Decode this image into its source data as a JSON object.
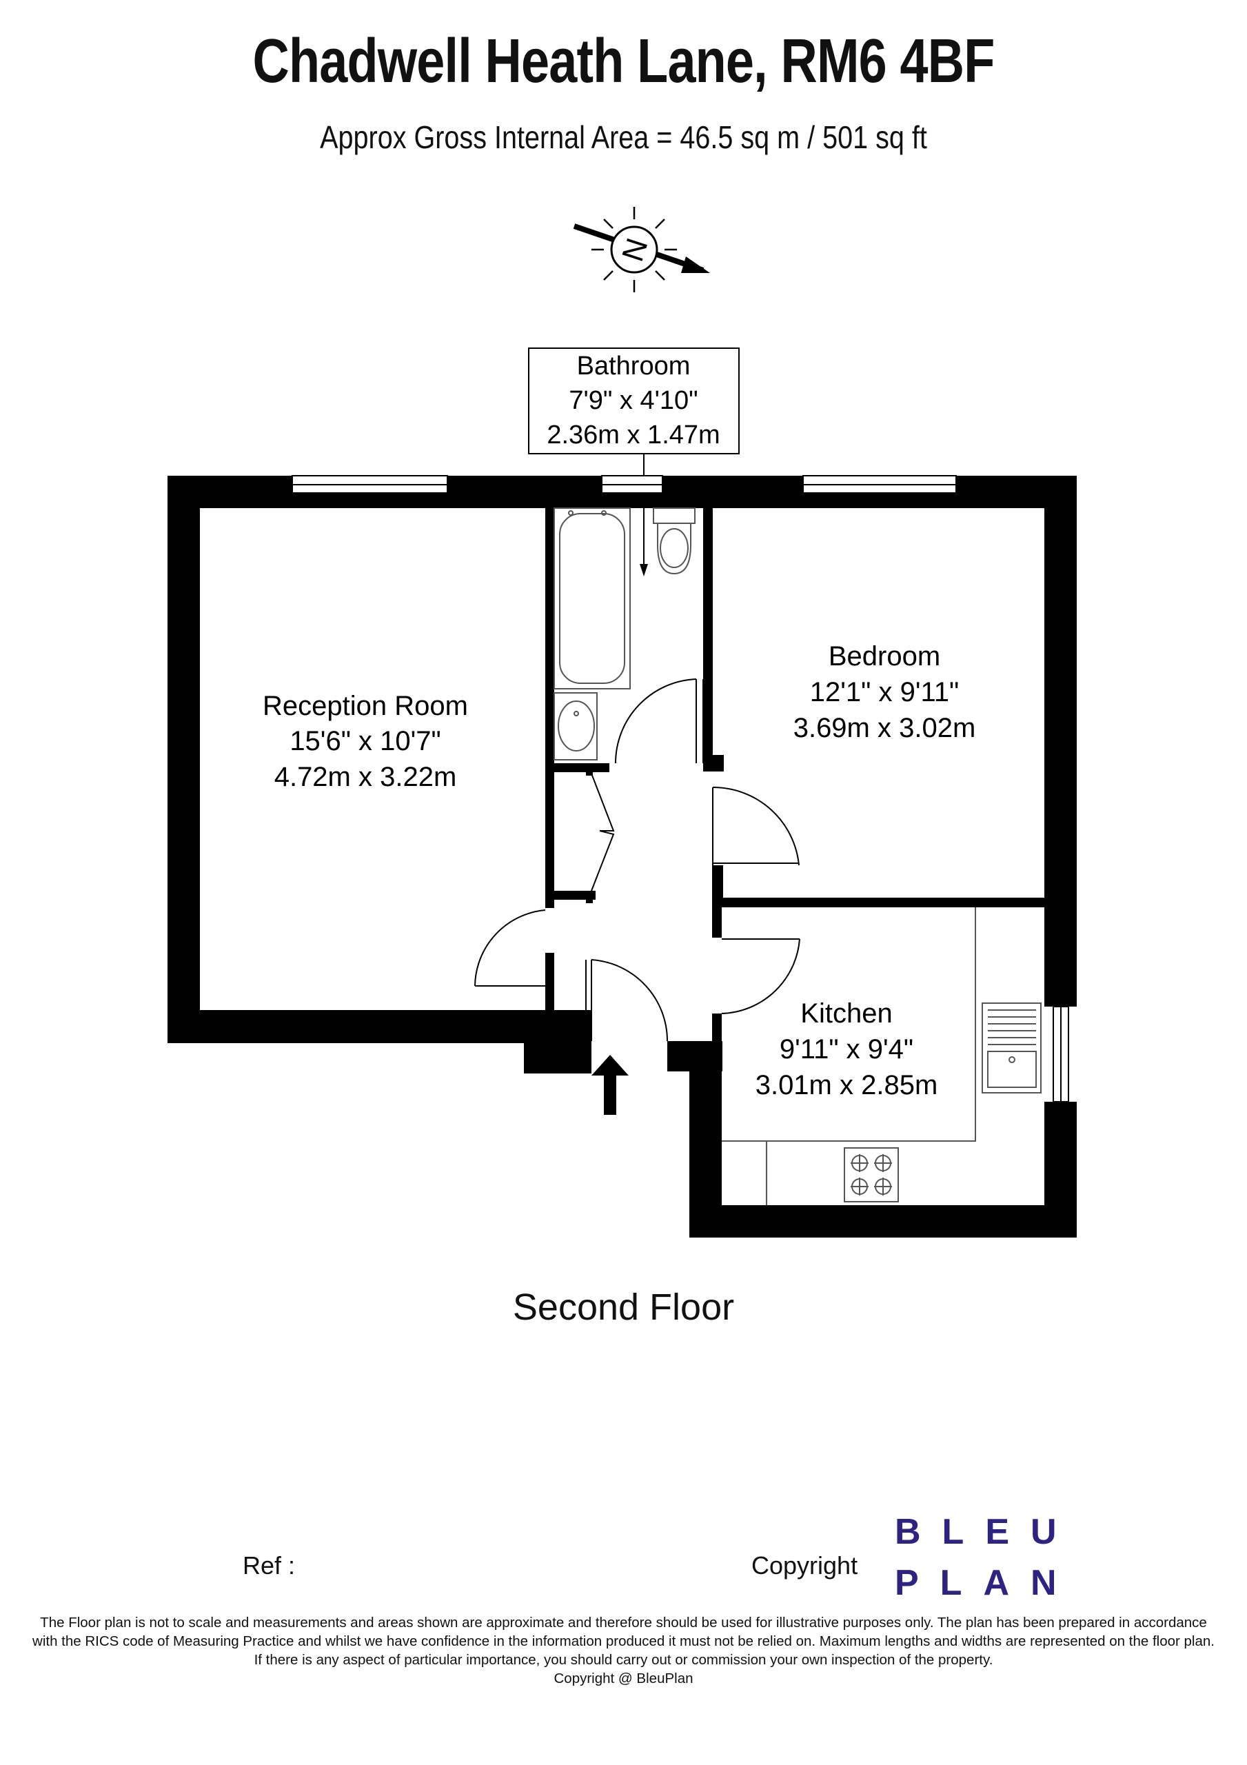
{
  "header": {
    "title": "Chadwell Heath Lane, RM6 4BF",
    "area": "Approx Gross Internal Area = 46.5 sq m / 501 sq ft"
  },
  "compass": {
    "letter": "N",
    "icon": "north-arrow-icon"
  },
  "rooms": {
    "bathroom": {
      "name": "Bathroom",
      "imperial": "7'9\" x 4'10\"",
      "metric": "2.36m x 1.47m"
    },
    "reception": {
      "name": "Reception Room",
      "imperial": "15'6\" x 10'7\"",
      "metric": "4.72m x 3.22m"
    },
    "bedroom": {
      "name": "Bedroom",
      "imperial": "12'1\" x 9'11\"",
      "metric": "3.69m x 3.02m"
    },
    "kitchen": {
      "name": "Kitchen",
      "imperial": "9'11\" x 9'4\"",
      "metric": "3.01m x 2.85m"
    }
  },
  "floor_label": "Second Floor",
  "footer": {
    "ref": "Ref :",
    "copyright": "Copyright",
    "logo_line1": "BLEU",
    "logo_line2": "PLAN",
    "disclaimer": [
      "The Floor plan is not to scale and measurements and areas shown are approximate and therefore should be used for illustrative purposes only. The plan has been prepared in accordance",
      "with the RICS code of Measuring Practice and whilst we have confidence in the information produced it must not be relied on. Maximum lengths and widths are represented on the floor plan.",
      "If there is any aspect of particular importance, you should carry out or commission your own inspection of the property.",
      "Copyright @ BleuPlan"
    ]
  },
  "colors": {
    "wall": "#000000",
    "logo": "#2e2383",
    "fixture": "#555555"
  }
}
